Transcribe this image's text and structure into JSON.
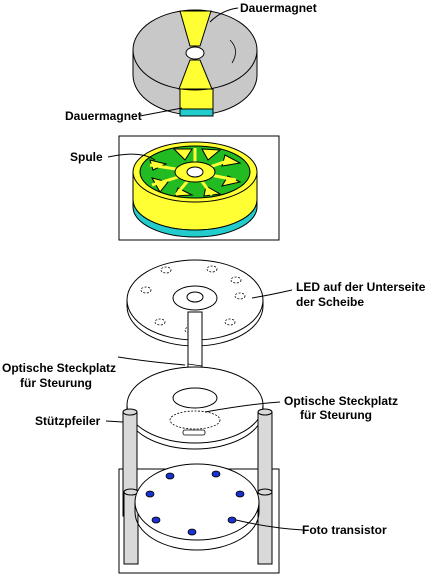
{
  "labels": {
    "dauermagnet_top": "Dauermagnet",
    "dauermagnet_bottom": "Dauermagnet",
    "spule": "Spule",
    "led_line1": "LED auf der Unterseite",
    "led_line2": "der Scheibe",
    "optisch_left_line1": "Optische Steckplatz",
    "optisch_left_line2": "für Steurung",
    "optisch_right_line1": "Optische Steckplatz",
    "optisch_right_line2": "für Steurung",
    "stuetzpfeiler": "Stützpfeiler",
    "foto_transistor": "Foto transistor"
  },
  "colors": {
    "magnet_gray": "#c8c8c8",
    "magnet_yellow": "#ffff33",
    "magnet_cyan": "#22cccc",
    "coil_green": "#22bb22",
    "coil_yellow": "#ffff33",
    "disc_white": "#ffffff",
    "pillar_gray": "#d9d9d9",
    "sensor_blue": "#1a33cc"
  }
}
